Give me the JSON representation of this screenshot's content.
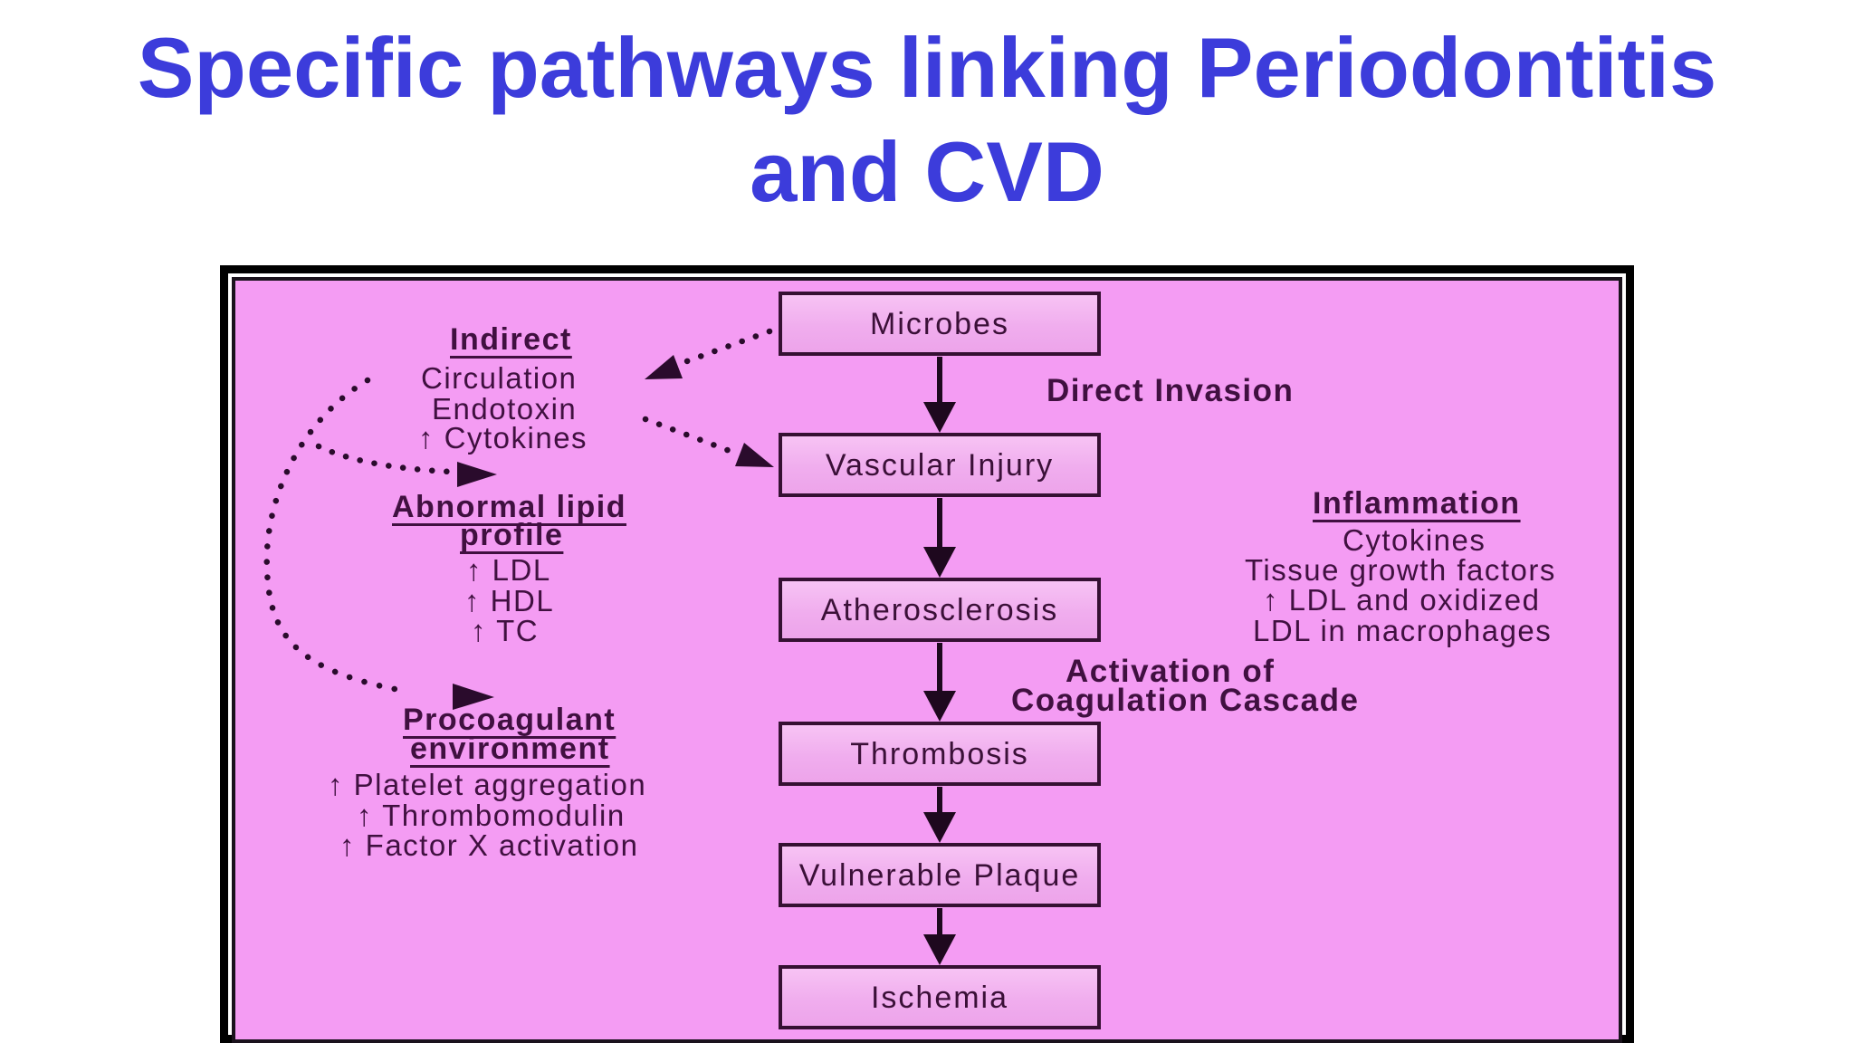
{
  "title": {
    "line1": "Specific pathways linking Periodontitis",
    "line2": "and CVD",
    "color": "#3c3cdb"
  },
  "diagram": {
    "background_color": "#f49cf3",
    "frame_border_color": "#000000",
    "box_fill_color": "#f2b5f0",
    "box_border_color": "#351032",
    "text_color": "#401040",
    "arrow_color": "#1e081e",
    "flow_boxes": [
      {
        "label": "Microbes"
      },
      {
        "label": "Vascular Injury"
      },
      {
        "label": "Atherosclerosis"
      },
      {
        "label": "Thrombosis"
      },
      {
        "label": "Vulnerable Plaque"
      },
      {
        "label": "Ischemia"
      }
    ],
    "left_column": {
      "indirect": {
        "heading": "Indirect",
        "items": [
          "Circulation",
          "Endotoxin",
          "↑ Cytokines"
        ]
      },
      "abnormal_lipid": {
        "heading_line1": "Abnormal lipid",
        "heading_line2": "profile",
        "items": [
          "↑ LDL",
          "↑ HDL",
          "↑ TC"
        ]
      },
      "procoagulant": {
        "heading_line1": "Procoagulant",
        "heading_line2": "environment",
        "items": [
          "↑ Platelet aggregation",
          "↑ Thrombomodulin",
          "↑ Factor X activation"
        ]
      }
    },
    "right_column": {
      "direct_invasion": "Direct Invasion",
      "inflammation": {
        "heading": "Inflammation",
        "items": [
          "Cytokines",
          "Tissue growth factors",
          "↑ LDL and oxidized",
          "LDL in macrophages"
        ]
      },
      "activation": {
        "line1": "Activation of",
        "line2": "Coagulation Cascade"
      }
    }
  }
}
